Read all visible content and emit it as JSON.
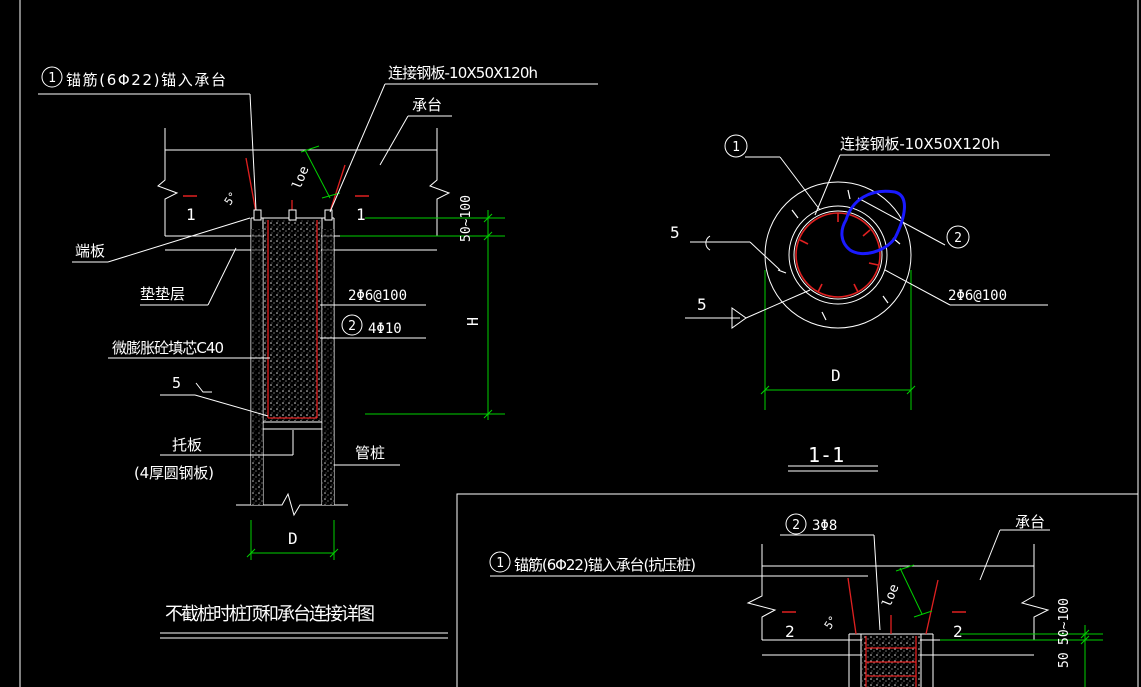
{
  "colors": {
    "background": "#000000",
    "line": "#ffffff",
    "dimension": "#00d000",
    "rebar": "#e02020",
    "markup": "#1a1aff"
  },
  "left_detail": {
    "rebar_anchor_label": "锚筋(6Φ22)锚入承台",
    "rebar_anchor_num": "1",
    "plate_label": "连接钢板-10X50X120h",
    "cap_label": "承台",
    "end_plate_label": "端板",
    "cushion_label": "垫垫层",
    "stirrup_label": "2Φ6@100",
    "bar_num": "2",
    "bar_label": "4Φ10",
    "fill_label": "微膨胀砼填芯C40",
    "weld_num": "5",
    "bottom_plate_label": "托板",
    "bottom_plate_note": "(4厚圆钢板)",
    "pile_label": "管桩",
    "section_mark_left": "1",
    "section_mark_right": "1",
    "dim_anchor": "loe",
    "dim_angle": "5°",
    "dim_embed": "50~100",
    "dim_height": "H",
    "dim_diameter": "D",
    "title": "不截桩时桩顶和承台连接详图"
  },
  "section_detail": {
    "rebar_num": "1",
    "plate_label": "连接钢板-10X50X120h",
    "bar_num": "2",
    "weld_num_top": "5",
    "weld_num_bottom": "5",
    "stirrup_label": "2Φ6@100",
    "dim_diameter": "D",
    "title": "1-1"
  },
  "lower_detail": {
    "bar_num": "2",
    "bar_label": "3Φ8",
    "cap_label": "承台",
    "rebar_num": "1",
    "rebar_label": "锚筋(6Φ22)锚入承台(抗压桩)",
    "dim_anchor": "loe",
    "dim_angle": "5°",
    "section_mark_left": "2",
    "section_mark_right": "2",
    "dim_embed": "50~100",
    "dim_embed2": "50"
  }
}
